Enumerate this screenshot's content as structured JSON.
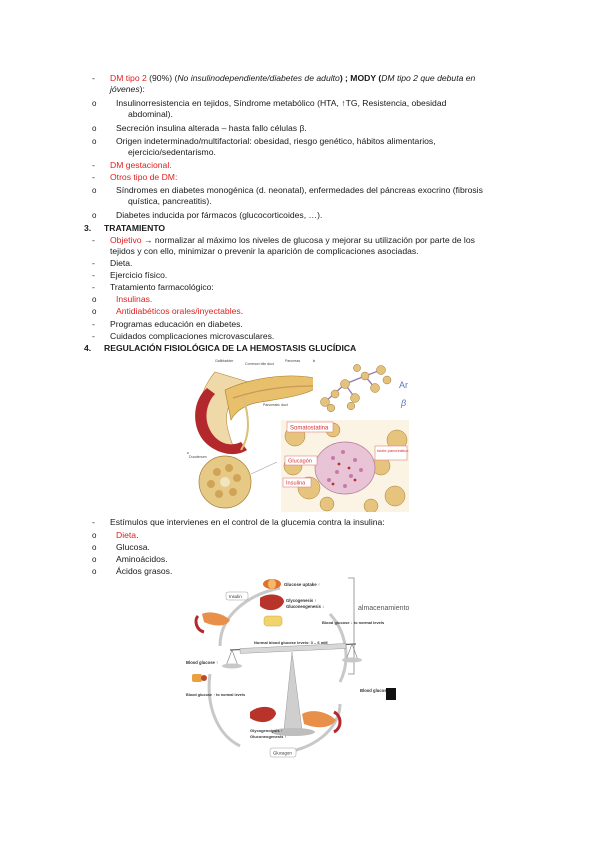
{
  "colors": {
    "red": "#e02020",
    "text": "#1a1a1a"
  },
  "lines": {
    "l1_red": "DM tipo 2",
    "l1_a": " (90%) (",
    "l1_it": "No insulinodependiente/diabetes de adulto",
    "l1_b": ") ; MODY (",
    "l1_it2": "DM tipo 2 que debuta en",
    "l2_it": "jóvenes",
    "l2_b": "):",
    "s1a": "Insulinorresistencia en tejidos, Síndrome metabólico (HTA, ↑TG, Resistencia, obesidad",
    "s1b": "abdominal).",
    "s2": "Secreción insulina alterada – hasta fallo células β.",
    "s3a": "Origen indeterminado/multifactorial: obesidad, riesgo genético, hábitos alimentarios,",
    "s3b": "ejercicio/sedentarismo.",
    "dm_gest": "DM gestacional.",
    "otros": "Otros tipo de DM:",
    "o1a": "Síndromes en diabetes monogénica (d. neonatal), enfermedades del páncreas exocrino (fibrosis",
    "o1b": "quística, pancreatitis).",
    "o2": "Diabetes inducida por fármacos (glucocorticoides, …).",
    "sec3_num": "3.",
    "sec3_title": "TRATAMIENTO",
    "obj_red": "Objetivo",
    "obj_a": " → normalizar al máximo los niveles de glucosa y mejorar su utilización por parte de los",
    "obj_b": "tejidos y con ello, minimizar o prevenir la aparición de complicaciones asociadas.",
    "dieta": "Dieta.",
    "ejercicio": "Ejercicio físico.",
    "farmaco": "Tratamiento farmacológico:",
    "insulinas": "Insulinas.",
    "antidiab": "Antidiabéticos orales/inyectables",
    "antidiab_dot": ".",
    "programas": "Programas educación en diabetes.",
    "cuidados": "Cuidados complicaciones microvasculares.",
    "sec4_num": "4.",
    "sec4_title": "REGULACIÓN FISIOLÓGICA DE LA HEMOSTASIS GLUCÍDICA",
    "estimulos": "Estímulos que intervienes en el control de la glucemia contra la insulina:",
    "e_dieta": "Dieta",
    "e_dieta_dot": ".",
    "e_glucosa": "Glucosa.",
    "e_amino": "Aminoácidos.",
    "e_acidos": "Ácidos grasos."
  },
  "bullets": {
    "dash": "-",
    "circle": "o"
  },
  "fig1": {
    "somatostatina": "Somatostatina",
    "glucagon": "Glucagón",
    "insulina": "Insulina",
    "islote": "Islote pancreático",
    "ar": "Ar",
    "beta": "β"
  },
  "fig2": {
    "almacenamiento": "almacenamiento",
    "glucose_uptake": "Glucose uptake ↑",
    "glycogenesis": "Glycogenesis ↑",
    "gluconeogenesis_down": "Gluconeogenesis ↓",
    "insulin": "Insulin",
    "bg_down_normal": "Blood glucose ↓ to normal levels",
    "normal_levels": "Normal blood glucose levels: 3 – 6 mM",
    "bg_up": "Blood glucose ↑",
    "bg_down": "Blood glucose ↓",
    "bg_up_normal": "Blood glucose ↑ to normal levels",
    "glycogenolysis": "Glycogenolysis ↑",
    "gluconeogenesis_up": "Gluconeogenesis ↑",
    "glucagon": "Glucagon"
  }
}
